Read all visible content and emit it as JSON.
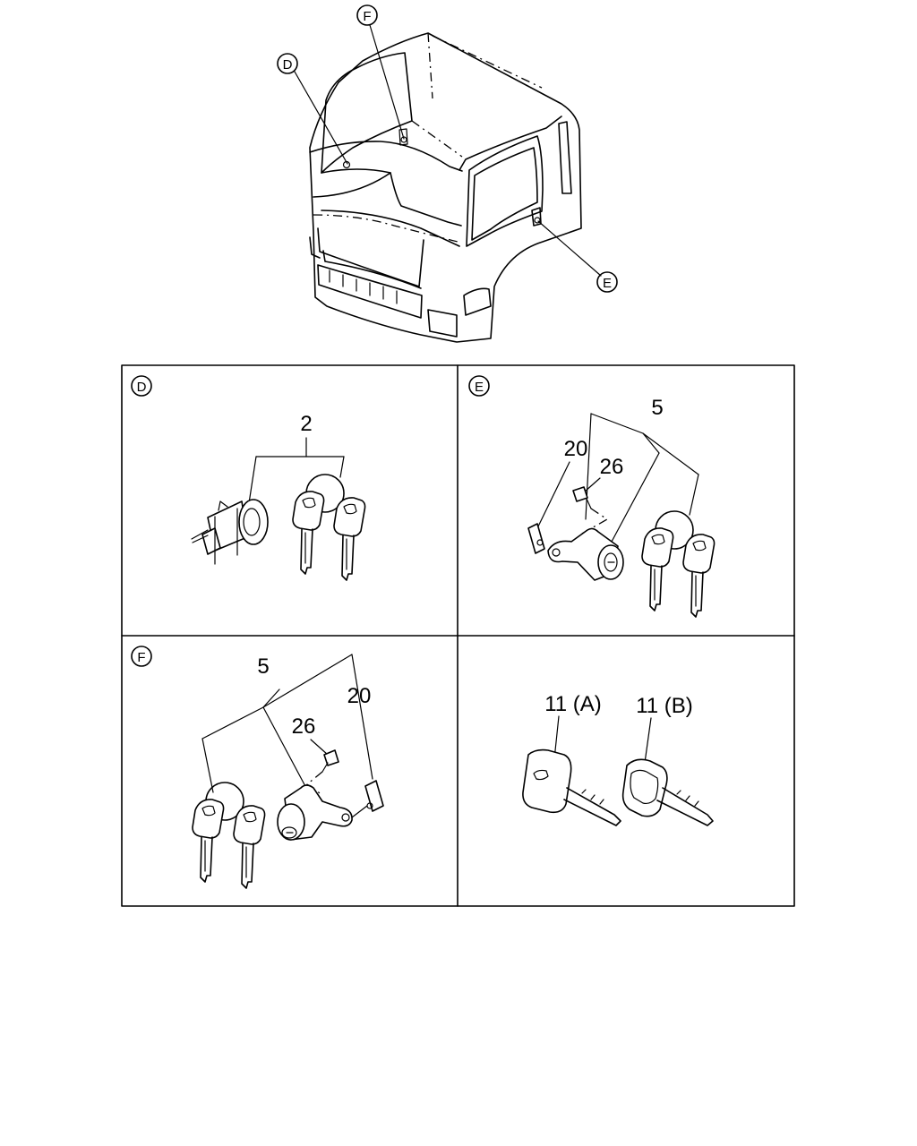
{
  "callouts": {
    "overview": {
      "d": "D",
      "e": "E",
      "f": "F"
    },
    "panel_d": {
      "letter": "D",
      "kit": "2"
    },
    "panel_e": {
      "letter": "E",
      "kit": "5",
      "bracket": "20",
      "screw": "26"
    },
    "panel_f": {
      "letter": "F",
      "kit": "5",
      "bracket": "20",
      "screw": "26"
    },
    "panel_keys": {
      "key_a": "11 (A)",
      "key_b": "11 (B)"
    }
  }
}
